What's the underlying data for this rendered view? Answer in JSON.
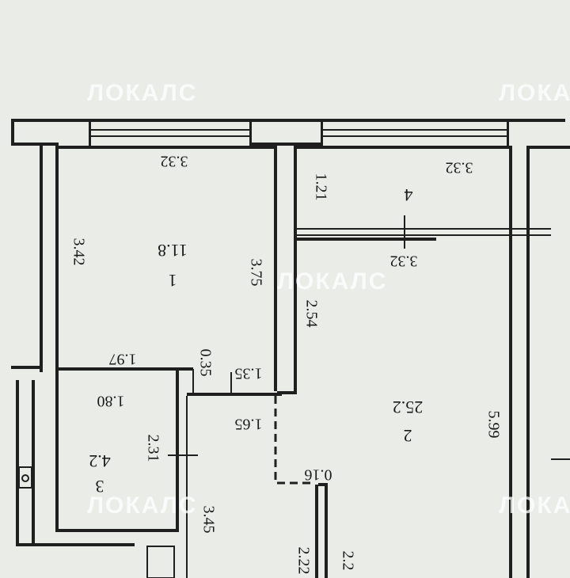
{
  "watermark": "ЛОКАЛС",
  "rooms": [
    {
      "number": "1",
      "area": "11.8",
      "dims": [
        "3.32",
        "3.42",
        "3.75"
      ]
    },
    {
      "number": "2",
      "area": "25.2",
      "dims": [
        "2.54",
        "5.99",
        "1.35",
        "1.65",
        "0.16"
      ]
    },
    {
      "number": "3",
      "area": "4.2",
      "dims": [
        "1.80",
        "2.31",
        "1.97",
        "0.35"
      ]
    },
    {
      "number": "4",
      "dims": [
        "3.32",
        "1.21",
        "3.32"
      ]
    },
    {
      "dims": [
        "3.45",
        "2.22",
        "2.2"
      ]
    }
  ]
}
